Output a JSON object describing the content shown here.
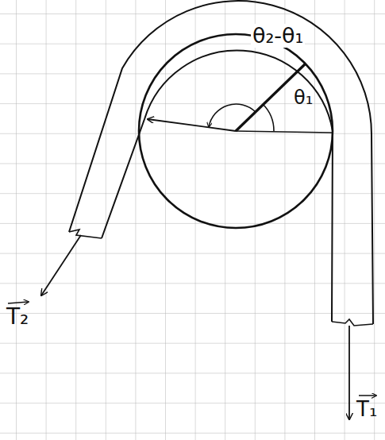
{
  "diagram": {
    "labels": [
      "θ₂-θ₁",
      "θ₁",
      "T₂",
      "T₁"
    ]
  }
}
